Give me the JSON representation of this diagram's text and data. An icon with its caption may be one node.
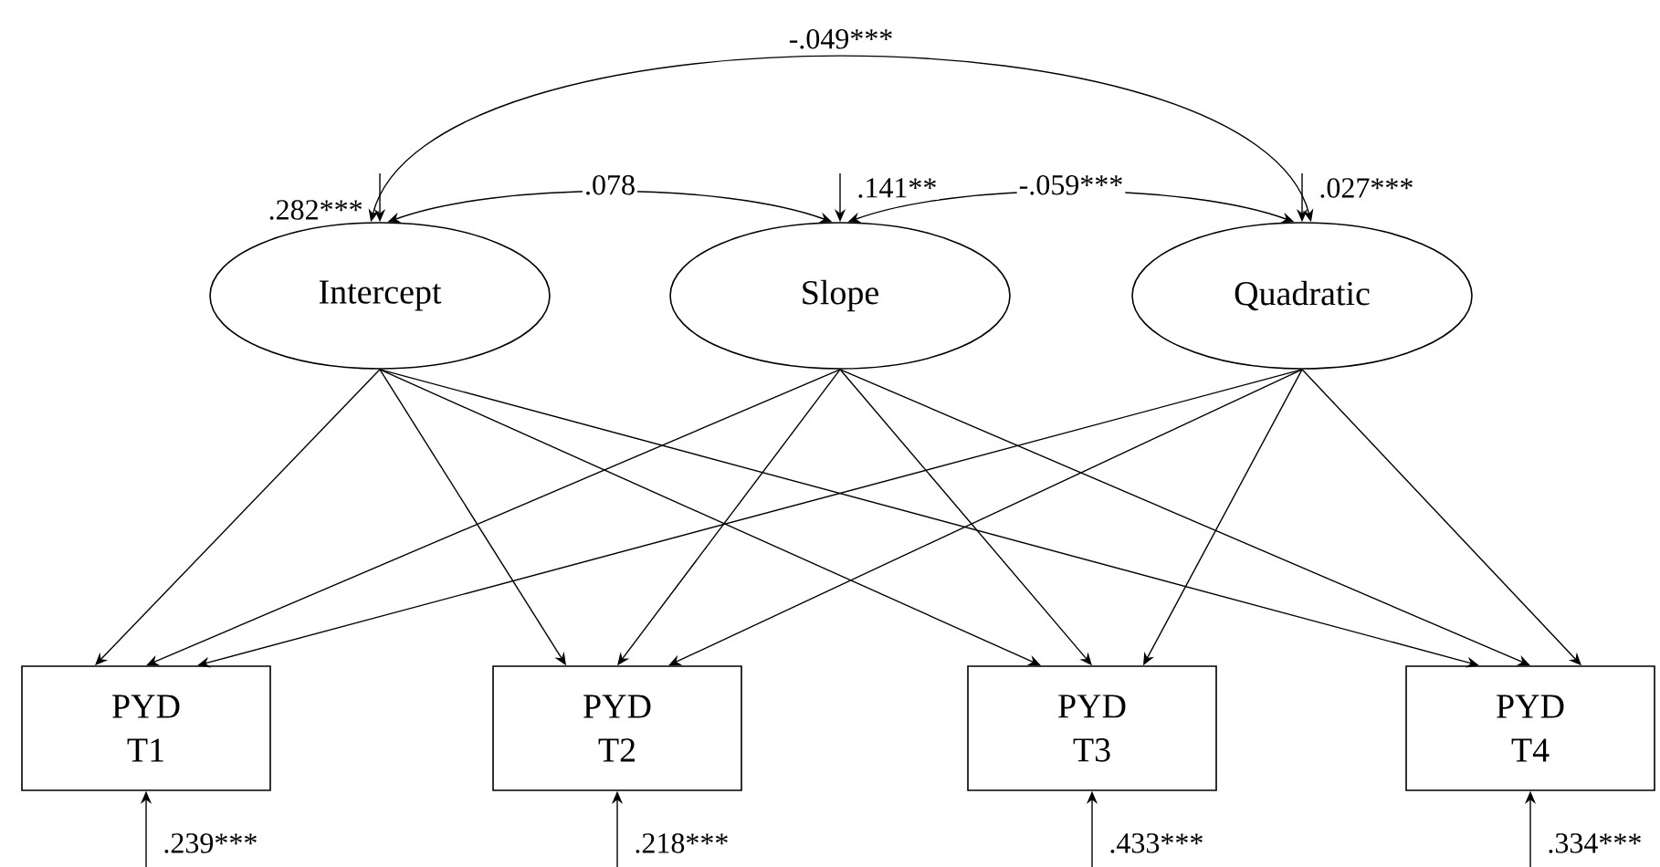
{
  "diagram": {
    "nodes": [
      {
        "text": [
          "Intercept"
        ]
      },
      {
        "text": [
          "Slope"
        ]
      },
      {
        "text": [
          "Quadratic"
        ]
      },
      {
        "text": [
          "PYD T1"
        ]
      },
      {
        "text": [
          "PYD T2"
        ]
      },
      {
        "text": [
          "PYD T3"
        ]
      },
      {
        "text": [
          "PYD T4"
        ]
      }
    ],
    "edges": [
      {
        "from": 0,
        "to": 2,
        "arrow": "both",
        "label": "-.049***"
      },
      {
        "from": null,
        "to": 0,
        "arrow": "to",
        "label": ".282***"
      },
      {
        "from": 0,
        "to": 1,
        "arrow": "both",
        "label": ".078"
      },
      {
        "from": null,
        "to": 1,
        "arrow": "to",
        "label": ".141**"
      },
      {
        "from": 1,
        "to": 2,
        "arrow": "both",
        "label": "-.059***"
      },
      {
        "from": null,
        "to": 2,
        "arrow": "to",
        "label": ".027***"
      },
      {
        "from": 0,
        "to": 3,
        "arrow": "to"
      },
      {
        "from": 0,
        "to": 4,
        "arrow": "to"
      },
      {
        "from": 0,
        "to": 5,
        "arrow": "to"
      },
      {
        "from": 0,
        "to": 6,
        "arrow": "to"
      },
      {
        "from": 1,
        "to": 3,
        "arrow": "to"
      },
      {
        "from": 1,
        "to": 4,
        "arrow": "to"
      },
      {
        "from": 1,
        "to": 5,
        "arrow": "to"
      },
      {
        "from": 1,
        "to": 6,
        "arrow": "to"
      },
      {
        "from": 2,
        "to": 3,
        "arrow": "to"
      },
      {
        "from": 2,
        "to": 4,
        "arrow": "to"
      },
      {
        "from": 2,
        "to": 5,
        "arrow": "to"
      },
      {
        "from": 2,
        "to": 6,
        "arrow": "to"
      },
      {
        "from": null,
        "to": 3,
        "arrow": "to",
        "label": ".239***"
      },
      {
        "from": null,
        "to": 4,
        "arrow": "to",
        "label": ".218***"
      },
      {
        "from": null,
        "to": 5,
        "arrow": "to",
        "label": ".433***"
      },
      {
        "from": null,
        "to": 6,
        "arrow": "to",
        "label": ".334***"
      }
    ]
  }
}
